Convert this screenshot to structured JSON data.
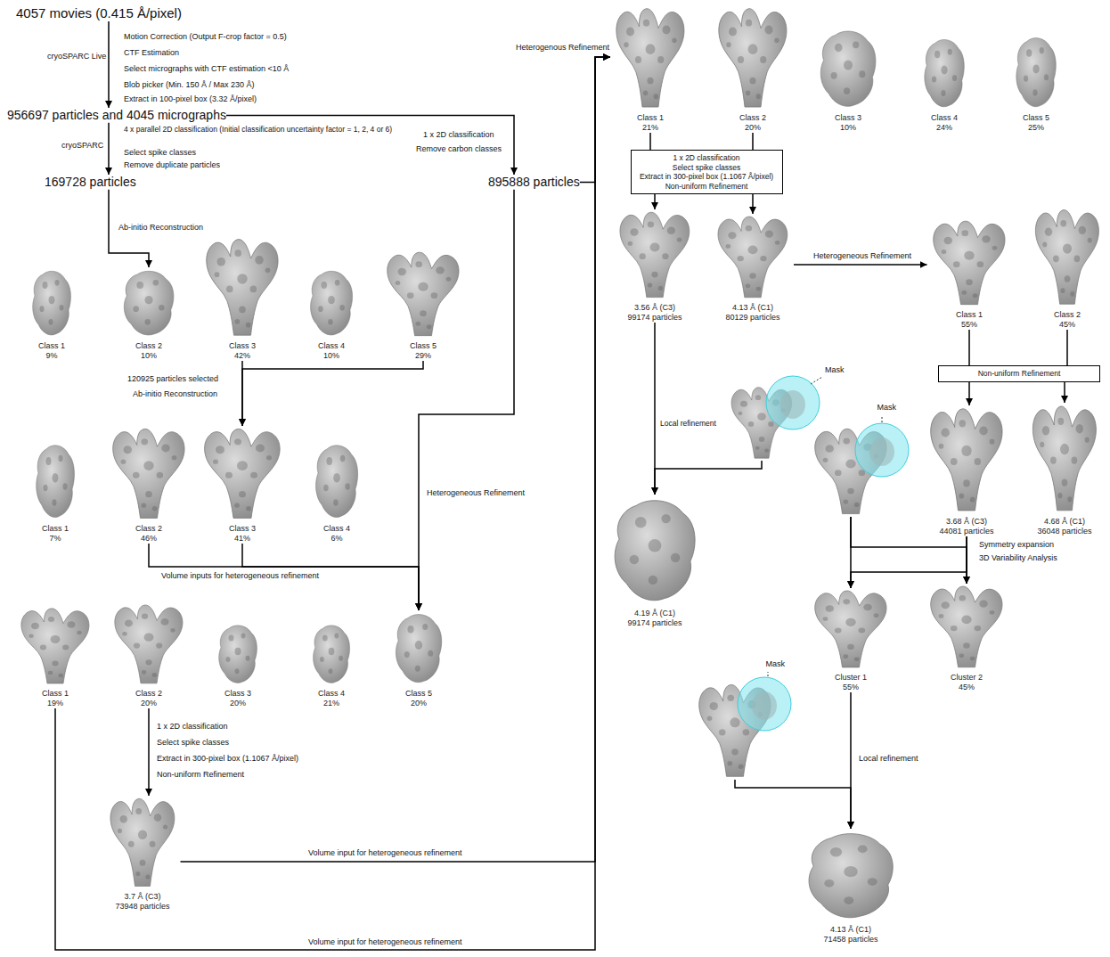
{
  "diagram": {
    "nodes": [
      {
        "text": [
          "4057 movies (0.415 Å/pixel)"
        ]
      },
      {
        "text": [
          "956697 particles and 4045 micrographs"
        ]
      },
      {
        "text": [
          "169728 particles"
        ]
      },
      {
        "text": [
          "895888 particles"
        ]
      },
      {
        "text": [
          "Class 1",
          "9%"
        ]
      },
      {
        "text": [
          "Class 2",
          "10%"
        ]
      },
      {
        "text": [
          "Class 3",
          "42%"
        ]
      },
      {
        "text": [
          "Class 4",
          "10%"
        ]
      },
      {
        "text": [
          "Class 5",
          "29%"
        ]
      },
      {
        "text": [
          "Class 1",
          "7%"
        ]
      },
      {
        "text": [
          "Class 2",
          "46%"
        ]
      },
      {
        "text": [
          "Class 3",
          "41%"
        ]
      },
      {
        "text": [
          "Class 4",
          "6%"
        ]
      },
      {
        "text": [
          "Class 1",
          "19%"
        ]
      },
      {
        "text": [
          "Class 2",
          "20%"
        ]
      },
      {
        "text": [
          "Class 3",
          "20%"
        ]
      },
      {
        "text": [
          "Class 4",
          "21%"
        ]
      },
      {
        "text": [
          "Class 5",
          "20%"
        ]
      },
      {
        "text": [
          "3.7 Å (C3)",
          "73948 particles"
        ]
      },
      {
        "text": [
          "Class 1",
          "21%"
        ]
      },
      {
        "text": [
          "Class 2",
          "20%"
        ]
      },
      {
        "text": [
          "Class 3",
          "10%"
        ]
      },
      {
        "text": [
          "Class 4",
          "24%"
        ]
      },
      {
        "text": [
          "Class 5",
          "25%"
        ]
      },
      {
        "text": [
          "1 x 2D classification",
          "Select spike classes",
          "Extract in 300-pixel box (1.1067 Å/pixel)",
          "Non-uniform Refinement"
        ]
      },
      {
        "text": [
          "3.56 Å (C3)",
          "99174 particles"
        ]
      },
      {
        "text": [
          "4.13 Å (C1)",
          "80129 particles"
        ]
      },
      {
        "text": [
          "Class 1",
          "55%"
        ]
      },
      {
        "text": [
          "Class 2",
          "45%"
        ]
      },
      {
        "text": [
          "Non-uniform Refinement"
        ]
      },
      {
        "text": [
          "3.68 Å (C3)",
          "44081 particles"
        ]
      },
      {
        "text": [
          "4.68 Å (C1)",
          "36048 particles"
        ]
      },
      {
        "text": [
          "Mask"
        ]
      },
      {
        "text": [
          "4.19 Å (C1)",
          "99174 particles"
        ]
      },
      {
        "text": [
          "Mask"
        ]
      },
      {
        "text": [
          "Cluster 1",
          "55%"
        ]
      },
      {
        "text": [
          "Cluster 2",
          "45%"
        ]
      },
      {
        "text": [
          "Mask"
        ]
      },
      {
        "text": [
          "4.13 Å (C1)",
          "71458 particles"
        ]
      }
    ],
    "edges": [
      {
        "from": 0,
        "to": 1,
        "arrow": "to"
      },
      {
        "from": 1,
        "to": 2,
        "arrow": "to"
      },
      {
        "from": 1,
        "to": 3,
        "arrow": "to"
      },
      {
        "from": 2,
        "to": 5,
        "arrow": "to"
      },
      {
        "from": 6,
        "to": 11,
        "arrow": "to"
      },
      {
        "from": 8,
        "to": 11,
        "arrow": "to"
      },
      {
        "from": 3,
        "to": 17,
        "arrow": "to"
      },
      {
        "from": 10,
        "to": 17,
        "arrow": "to"
      },
      {
        "from": 11,
        "to": 17,
        "arrow": "to"
      },
      {
        "from": 14,
        "to": 18,
        "arrow": "to"
      },
      {
        "from": 18,
        "to": 19,
        "arrow": "to"
      },
      {
        "from": 13,
        "to": 19,
        "arrow": "to"
      },
      {
        "from": 3,
        "to": 19,
        "arrow": "to"
      },
      {
        "from": 19,
        "to": 24,
        "arrow": "none"
      },
      {
        "from": 20,
        "to": 24,
        "arrow": "none"
      },
      {
        "from": 24,
        "to": 25,
        "arrow": "to"
      },
      {
        "from": 24,
        "to": 26,
        "arrow": "to"
      },
      {
        "from": 26,
        "to": 27,
        "arrow": "to"
      },
      {
        "from": 27,
        "to": 29,
        "arrow": "none"
      },
      {
        "from": 28,
        "to": 29,
        "arrow": "none"
      },
      {
        "from": 29,
        "to": 30,
        "arrow": "to"
      },
      {
        "from": 29,
        "to": 31,
        "arrow": "to"
      },
      {
        "from": 25,
        "to": 33,
        "arrow": "to"
      },
      {
        "from": 32,
        "to": 33,
        "arrow": "to"
      },
      {
        "from": 30,
        "to": 35,
        "arrow": "to"
      },
      {
        "from": 30,
        "to": 36,
        "arrow": "to"
      },
      {
        "from": 34,
        "to": 35,
        "arrow": "to"
      },
      {
        "from": 34,
        "to": 36,
        "arrow": "to"
      },
      {
        "from": 35,
        "to": 38,
        "arrow": "to"
      },
      {
        "from": 37,
        "to": 38,
        "arrow": "to"
      }
    ],
    "labels": [
      "cryoSPARC Live",
      "Motion Correction (Output F-crop factor = 0.5)",
      "CTF Estimation",
      "Select micrographs with CTF estimation <10 Å",
      "Blob picker (Min. 150 Å / Max 230 Å)",
      "Extract in 100-pixel box (3.32 Å/pixel)",
      "cryoSPARC",
      "4 x parallel 2D classification (Initial classification uncertainty factor = 1, 2, 4 or 6)",
      "Select spike classes",
      "Remove duplicate particles",
      "1 x 2D classification",
      "Remove carbon classes",
      "Ab-initio Reconstruction",
      "120925 particles selected",
      "Ab-initio Reconstruction",
      "Heterogeneous Refinement",
      "Volume inputs for heterogeneous refinement",
      "1 x 2D classification",
      "Select spike classes",
      "Extract in 300-pixel box (1.1067 Å/pixel)",
      "Non-uniform Refinement",
      "Volume input for heterogeneous refinement",
      "Volume input for heterogeneous refinement",
      "Heterogenous Refinement",
      "Heterogeneous Refinement",
      "Local refinement",
      "Symmetry expansion",
      "3D Variability Analysis",
      "Local refinement"
    ]
  }
}
